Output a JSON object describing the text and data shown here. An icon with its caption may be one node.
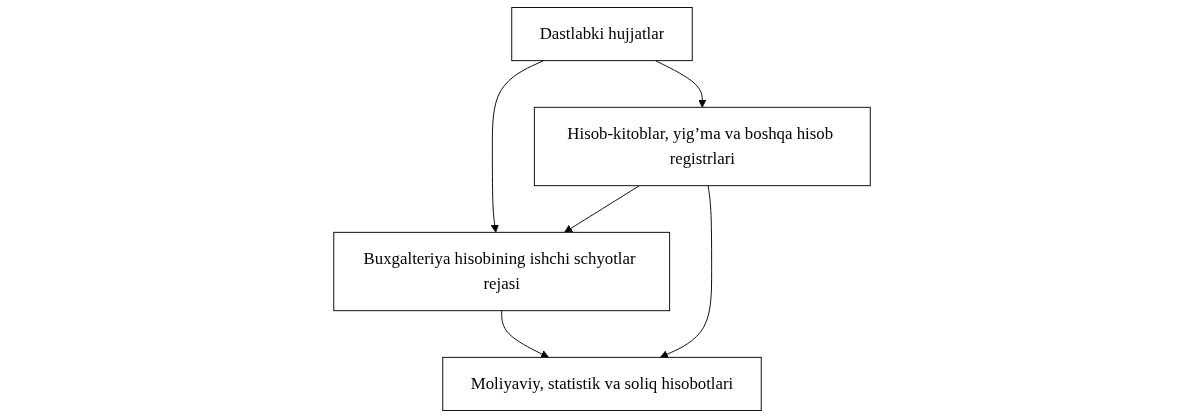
{
  "diagram": {
    "nodes": [
      {
        "text": [
          "Dastlabki hujjatlar"
        ]
      },
      {
        "text": [
          "Buxgalteriya hisobining ishchi schyotlar rejasi"
        ]
      },
      {
        "text": [
          "Hisob-kitoblar, yig’ma va boshqa hisob registrlari"
        ]
      },
      {
        "text": [
          "Moliyaviy, statistik va soliq hisobotlari"
        ]
      }
    ],
    "edges": [
      {
        "from": 0,
        "to": 1,
        "arrow": "to"
      },
      {
        "from": 0,
        "to": 2,
        "arrow": "to"
      },
      {
        "from": 2,
        "to": 1,
        "arrow": "to"
      },
      {
        "from": 1,
        "to": 3,
        "arrow": "to"
      },
      {
        "from": 2,
        "to": 3,
        "arrow": "to"
      }
    ]
  }
}
